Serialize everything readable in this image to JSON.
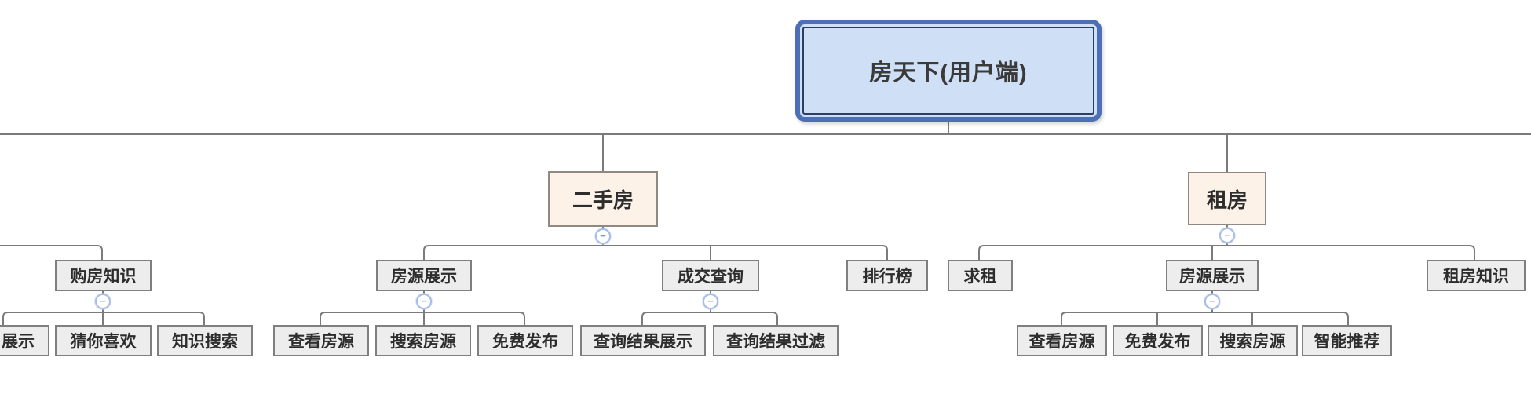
{
  "mindmap": {
    "root": {
      "label": "房天下(用户端)"
    },
    "branches": [
      {
        "label": "二手房",
        "children": [
          {
            "label": "房源展示",
            "children": [
              {
                "label": "查看房源"
              },
              {
                "label": "搜索房源"
              },
              {
                "label": "免费发布"
              }
            ]
          },
          {
            "label": "成交查询",
            "children": [
              {
                "label": "查询结果展示"
              },
              {
                "label": "查询结果过滤"
              }
            ]
          },
          {
            "label": "排行榜",
            "children": []
          }
        ]
      },
      {
        "label": "租房",
        "children": [
          {
            "label": "求租",
            "children": []
          },
          {
            "label": "房源展示",
            "children": [
              {
                "label": "查看房源"
              },
              {
                "label": "免费发布"
              },
              {
                "label": "搜索房源"
              },
              {
                "label": "智能推荐"
              }
            ]
          },
          {
            "label": "租房知识",
            "children": []
          }
        ]
      }
    ],
    "left_partial": {
      "parent": {
        "label": "购房知识",
        "children": [
          {
            "label": "展示",
            "partially_visible": true
          },
          {
            "label": "猜你喜欢"
          },
          {
            "label": "知识搜索"
          }
        ]
      }
    },
    "collapse_icon": "−"
  },
  "colors": {
    "root_fill": "#cfe0f6",
    "root_outer_border": "#4c6fb6",
    "root_inner_border": "#2d3e66",
    "branch_fill": "#fdf2e8",
    "branch_border": "#8f8982",
    "node_fill": "#ededed",
    "node_border": "#7f7f7f",
    "connector_line": "#7b7b79",
    "collapse_border": "#a6bde7",
    "collapse_glyph": "#7e9bd0"
  }
}
